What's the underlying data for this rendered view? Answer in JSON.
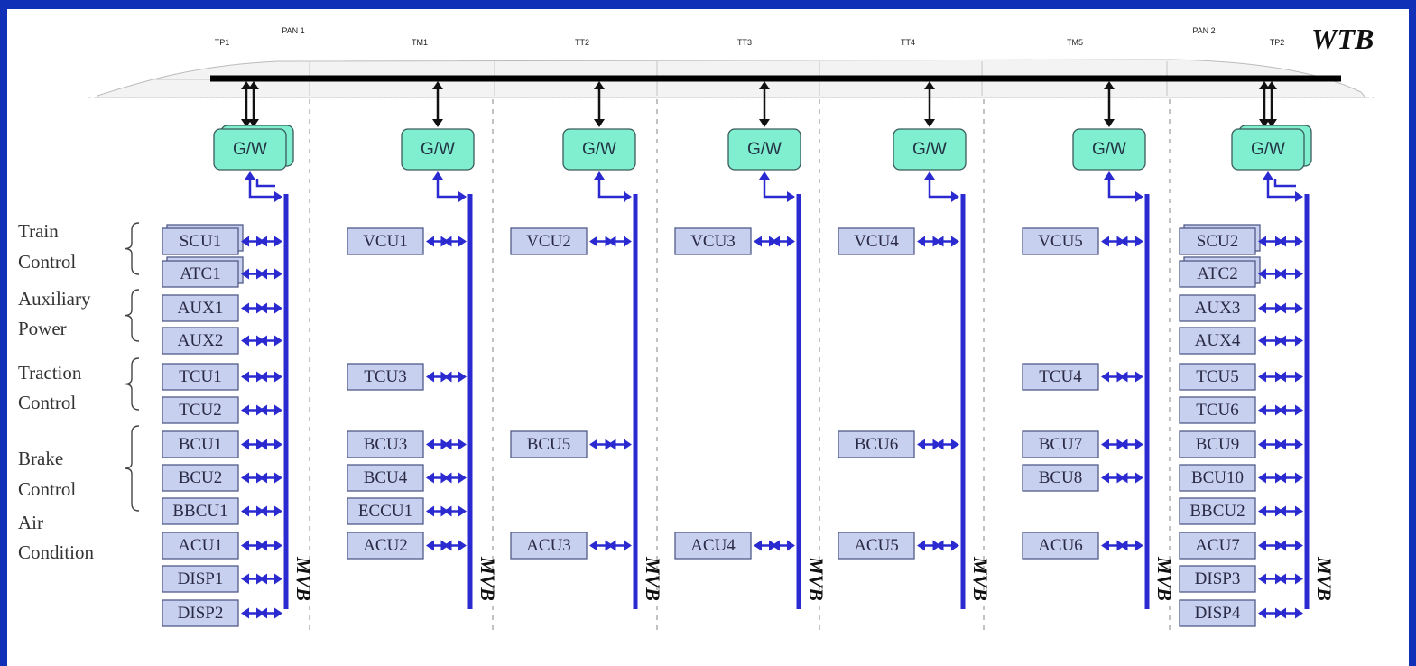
{
  "bus_labels": {
    "wtb": "WTB",
    "mvb": "MVB"
  },
  "gateway_label": "G/W",
  "cars": [
    "TP1",
    "PAN 1",
    "TM1",
    "TT2",
    "TT3",
    "TT4",
    "TM5",
    "PAN 2",
    "TP2"
  ],
  "groups": [
    {
      "lines": [
        "Train",
        "Control"
      ]
    },
    {
      "lines": [
        "Auxiliary",
        "Power"
      ]
    },
    {
      "lines": [
        "Traction",
        "Control"
      ]
    },
    {
      "lines": [
        "Brake",
        "Control"
      ]
    },
    {
      "lines": [
        "Air",
        "Condition"
      ]
    }
  ],
  "columns": [
    {
      "id": "col1",
      "devices": [
        {
          "label": "SCU1",
          "row": 0
        },
        {
          "label": "ATC1",
          "row": 1
        },
        {
          "label": "AUX1",
          "row": 2
        },
        {
          "label": "AUX2",
          "row": 3
        },
        {
          "label": "TCU1",
          "row": 4
        },
        {
          "label": "TCU2",
          "row": 5
        },
        {
          "label": "BCU1",
          "row": 6
        },
        {
          "label": "BCU2",
          "row": 7
        },
        {
          "label": "BBCU1",
          "row": 8
        },
        {
          "label": "ACU1",
          "row": 9
        },
        {
          "label": "DISP1",
          "row": 10
        },
        {
          "label": "DISP2",
          "row": 11
        }
      ]
    },
    {
      "id": "col2",
      "devices": [
        {
          "label": "VCU1",
          "row": 0
        },
        {
          "label": "TCU3",
          "row": 4
        },
        {
          "label": "BCU3",
          "row": 6
        },
        {
          "label": "BCU4",
          "row": 7
        },
        {
          "label": "ECCU1",
          "row": 8
        },
        {
          "label": "ACU2",
          "row": 9
        }
      ]
    },
    {
      "id": "col3",
      "devices": [
        {
          "label": "VCU2",
          "row": 0
        },
        {
          "label": "BCU5",
          "row": 6
        },
        {
          "label": "ACU3",
          "row": 9
        }
      ]
    },
    {
      "id": "col4",
      "devices": [
        {
          "label": "VCU3",
          "row": 0
        },
        {
          "label": "ACU4",
          "row": 9
        }
      ]
    },
    {
      "id": "col5",
      "devices": [
        {
          "label": "VCU4",
          "row": 0
        },
        {
          "label": "BCU6",
          "row": 6
        },
        {
          "label": "ACU5",
          "row": 9
        }
      ]
    },
    {
      "id": "col6",
      "devices": [
        {
          "label": "VCU5",
          "row": 0
        },
        {
          "label": "TCU4",
          "row": 4
        },
        {
          "label": "BCU7",
          "row": 6
        },
        {
          "label": "BCU8",
          "row": 7
        },
        {
          "label": "ACU6",
          "row": 9
        }
      ]
    },
    {
      "id": "col7",
      "devices": [
        {
          "label": "SCU2",
          "row": 0
        },
        {
          "label": "ATC2",
          "row": 1
        },
        {
          "label": "AUX3",
          "row": 2
        },
        {
          "label": "AUX4",
          "row": 3
        },
        {
          "label": "TCU5",
          "row": 4
        },
        {
          "label": "TCU6",
          "row": 5
        },
        {
          "label": "BCU9",
          "row": 6
        },
        {
          "label": "BCU10",
          "row": 7
        },
        {
          "label": "BBCU2",
          "row": 8
        },
        {
          "label": "ACU7",
          "row": 9
        },
        {
          "label": "DISP3",
          "row": 10
        },
        {
          "label": "DISP4",
          "row": 11
        }
      ]
    }
  ]
}
